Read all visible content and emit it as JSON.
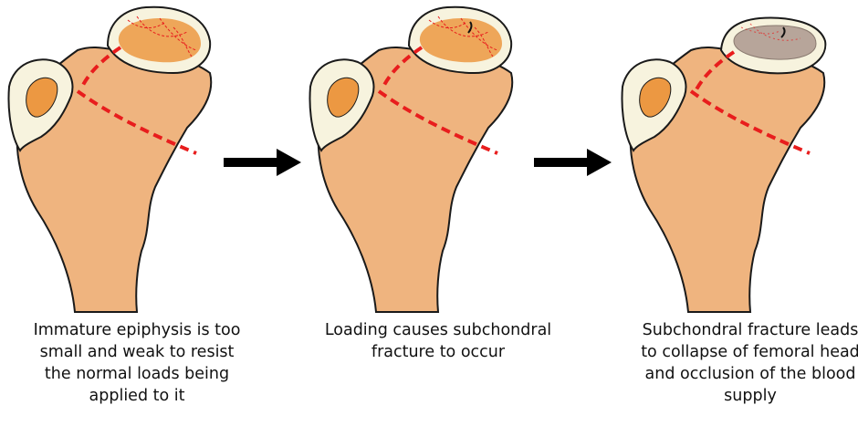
{
  "colors": {
    "bone": "#efb47f",
    "marrow": "#ec9842",
    "cartilage": "#f7f3de",
    "outline": "#1a1a1a",
    "vessel": "#e81d1d",
    "necrotic": "#b7a59a",
    "arrow": "#000000"
  },
  "panels": [
    {
      "stage": "immature",
      "caption": [
        "Immature epiphysis is too",
        "small and weak to resist",
        "the normal loads being",
        "applied to it"
      ]
    },
    {
      "stage": "fracture",
      "caption": [
        "Loading causes subchondral",
        "fracture to occur"
      ]
    },
    {
      "stage": "collapse",
      "caption": [
        "Subchondral fracture leads",
        "to collapse of femoral head",
        "and occlusion of the blood",
        "supply"
      ]
    }
  ],
  "arrows": [
    "right-arrow",
    "right-arrow"
  ]
}
